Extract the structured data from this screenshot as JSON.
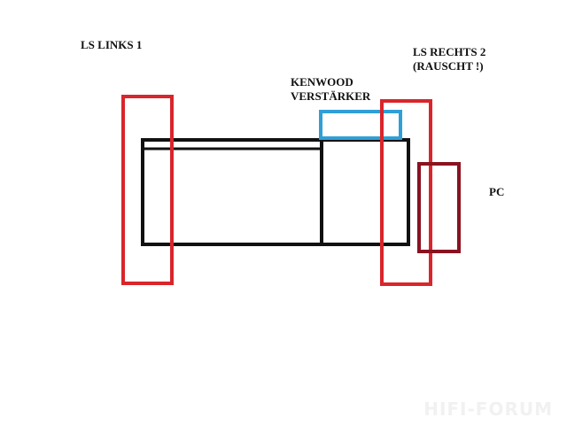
{
  "labels": {
    "ls_links": "LS LINKS 1",
    "ls_rechts_line1": "LS RECHTS 2",
    "ls_rechts_line2": "(RAUSCHT !)",
    "kenwood_line1": "KENWOOD",
    "kenwood_line2": "VERSTÄRKER",
    "pc": "PC"
  },
  "colors": {
    "speaker": "#d9252b",
    "amplifier": "#2f9fd6",
    "pc": "#8a1220",
    "desk": "#111111"
  },
  "watermark_text": "HIFI-FORUM"
}
